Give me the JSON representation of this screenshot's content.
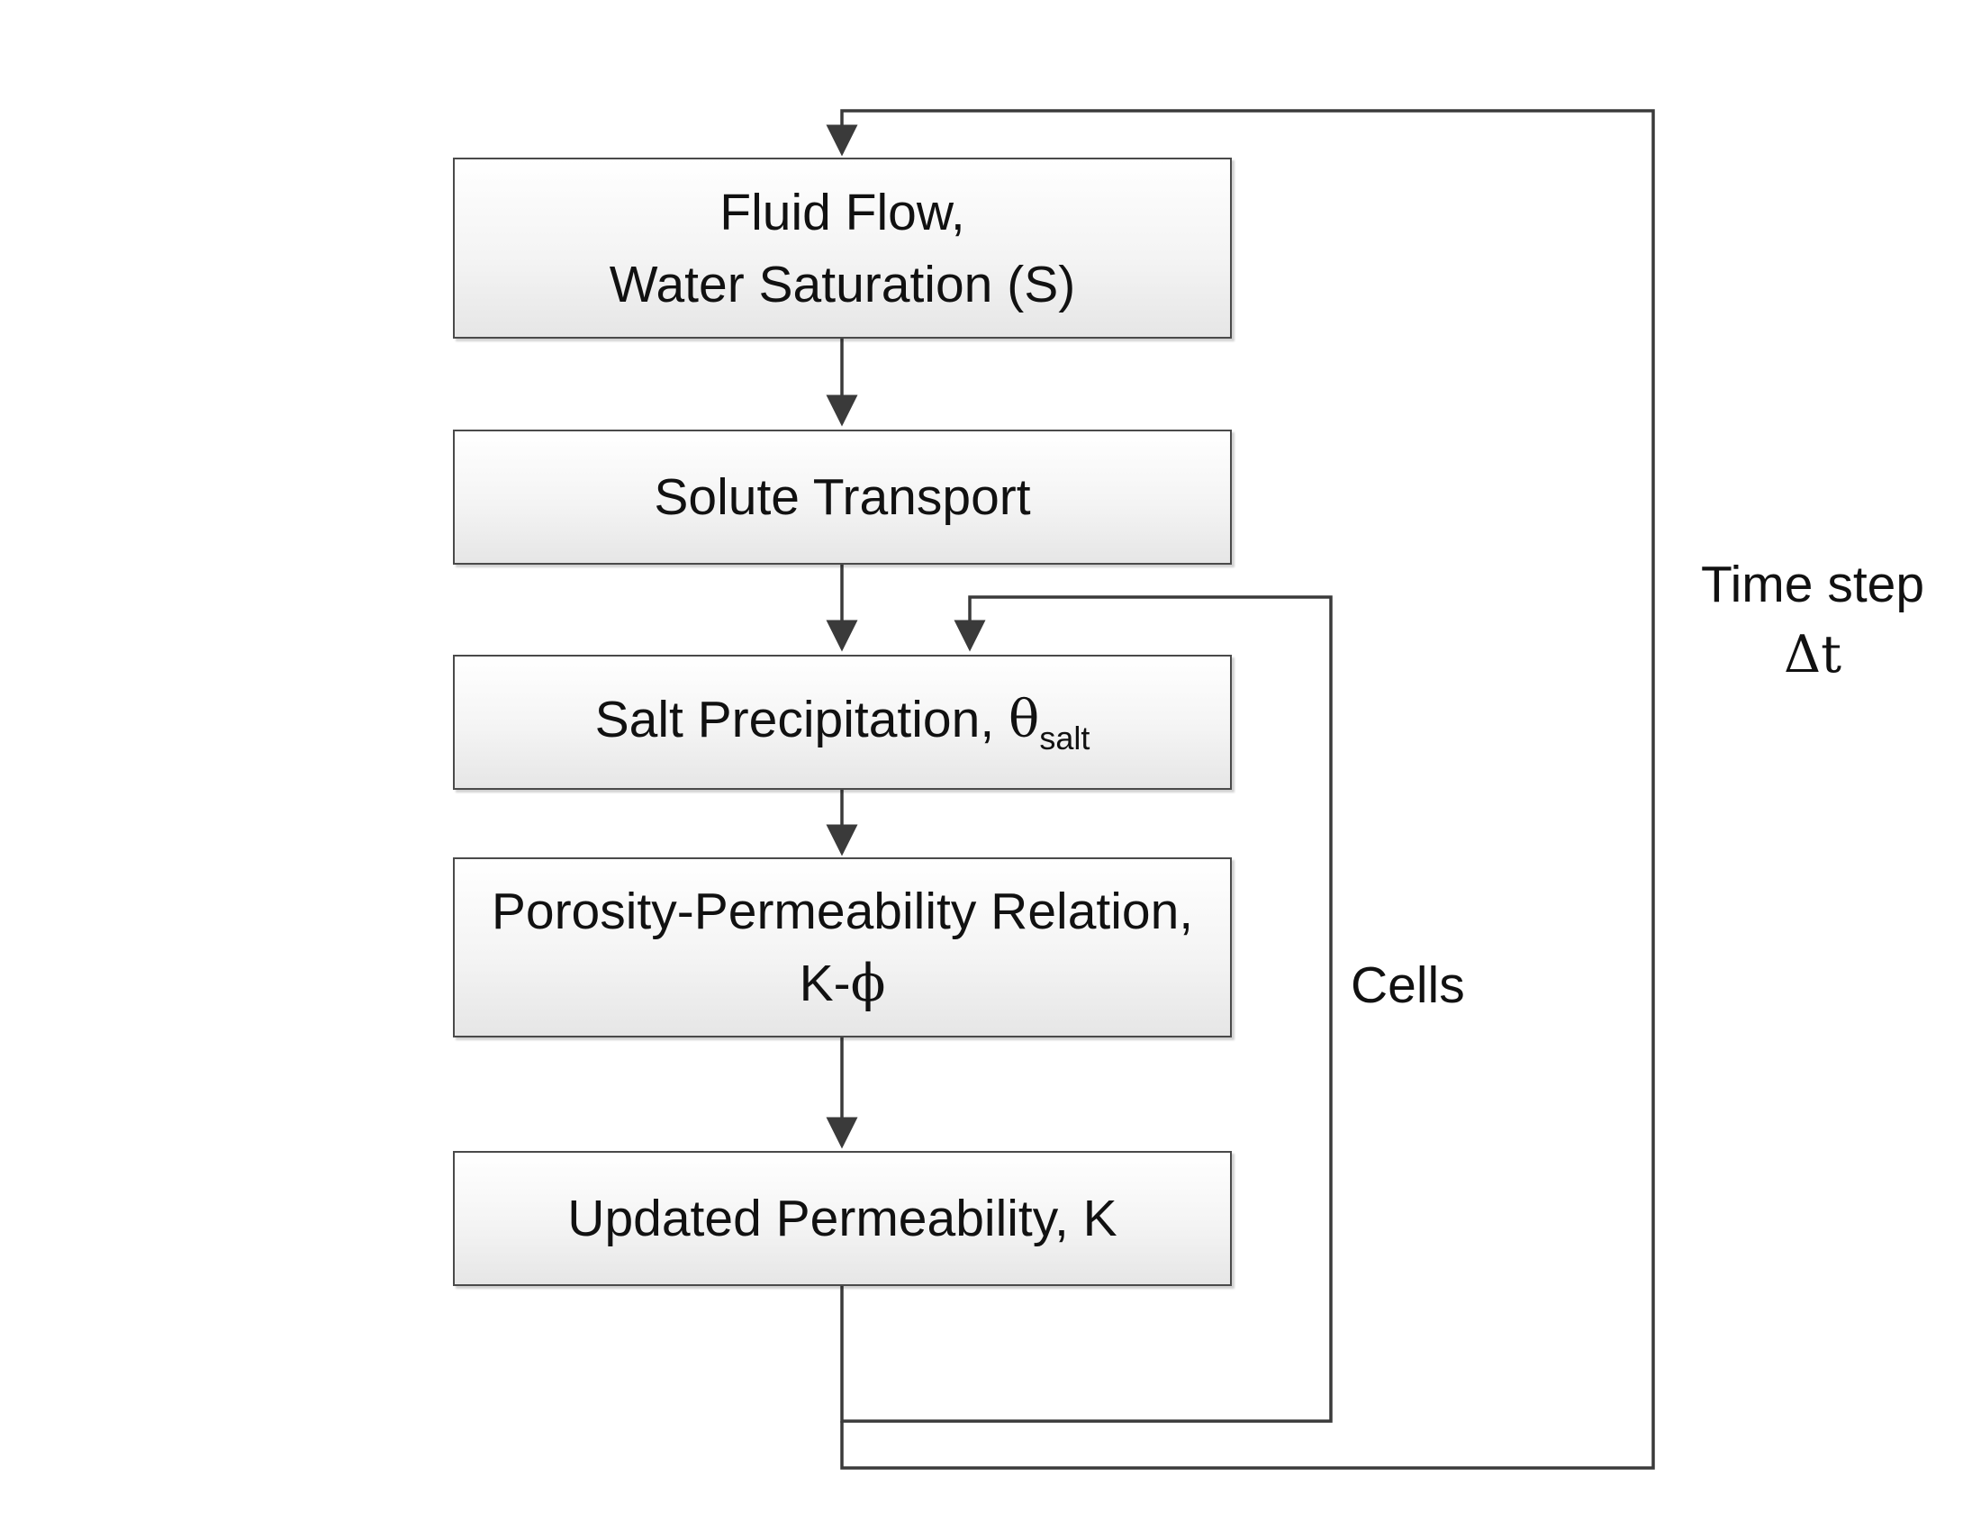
{
  "diagram": {
    "boxes": {
      "fluid_flow": {
        "line1": "Fluid Flow,",
        "line2": "Water Saturation (S)"
      },
      "solute_transport": {
        "label": "Solute Transport"
      },
      "salt_precipitation": {
        "label": "Salt Precipitation, ",
        "symbol": "θ",
        "subscript": "salt"
      },
      "porosity_permeability": {
        "line1": "Porosity-Permeability Relation,",
        "line2_prefix": "K-",
        "line2_symbol": "ϕ"
      },
      "updated_permeability": {
        "label": "Updated Permeability, K"
      }
    },
    "loops": {
      "cells": {
        "label": "Cells"
      },
      "time_step": {
        "line1": "Time step",
        "line2": "Δt"
      }
    },
    "colors": {
      "line": "#3a3a3a",
      "box_border": "#4a4a4a"
    }
  }
}
